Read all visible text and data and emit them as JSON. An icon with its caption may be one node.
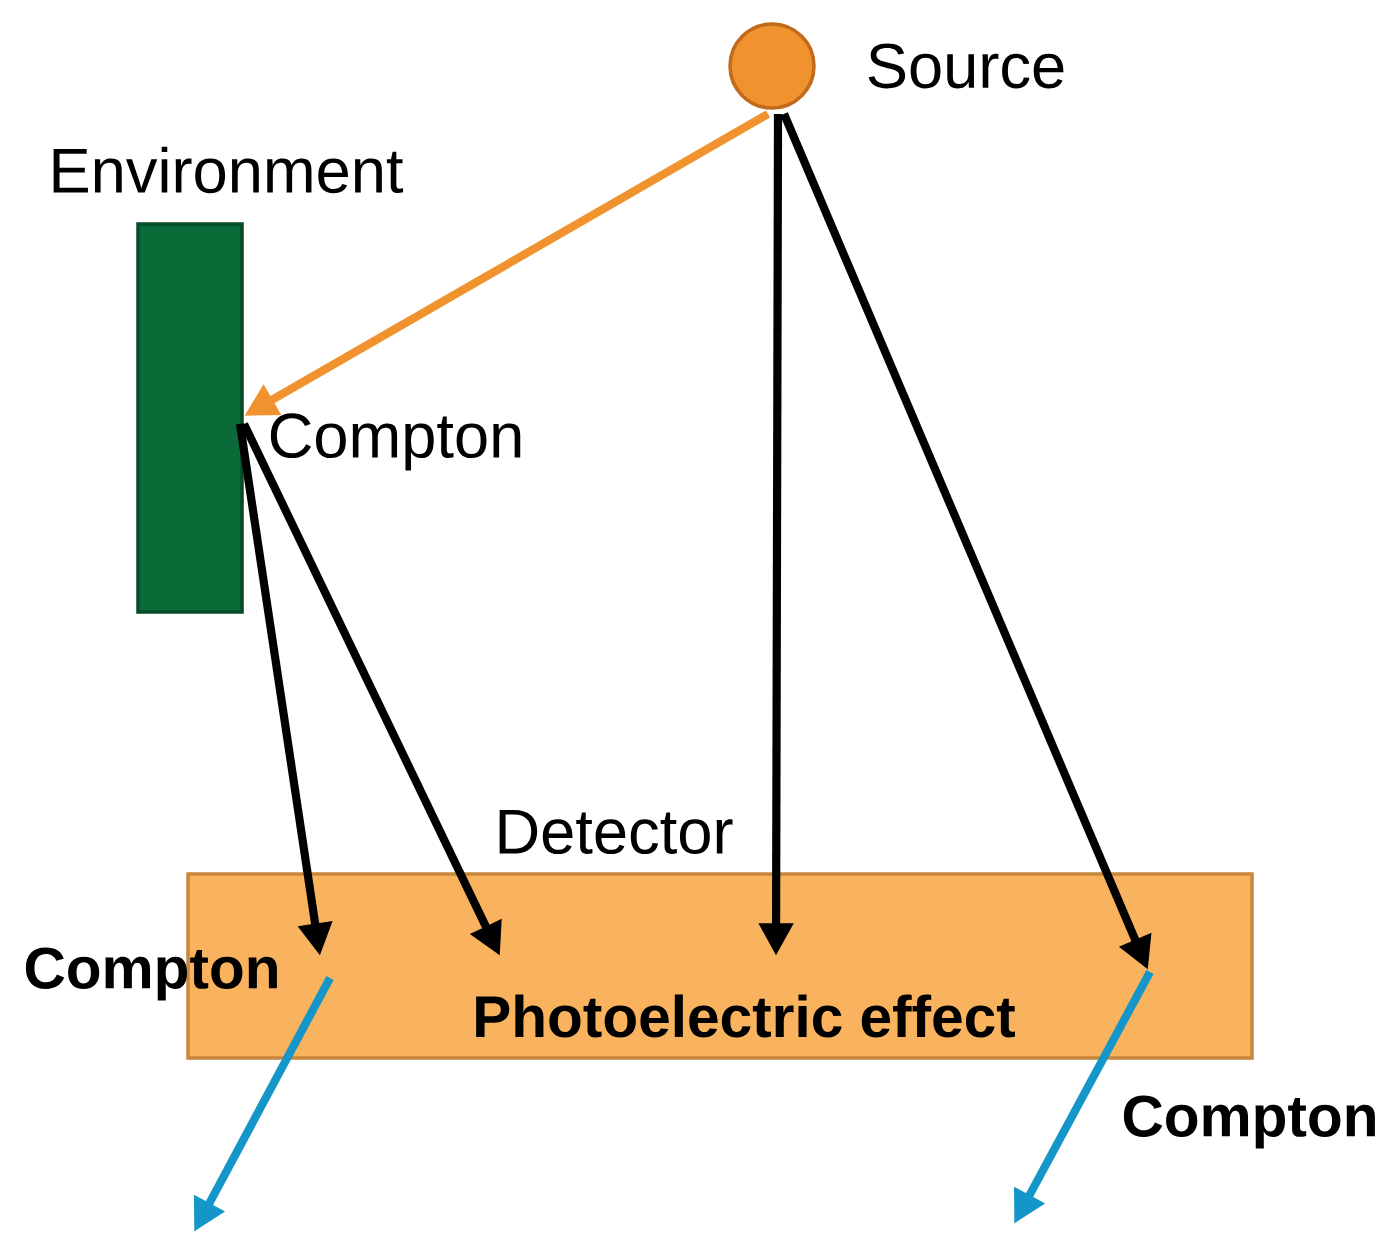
{
  "diagram": {
    "nodes": [
      {
        "text": [],
        "shape": "circle",
        "beside": [
          "Source"
        ]
      },
      {
        "text": [
          "Environment"
        ],
        "beside": [
          "Compton"
        ]
      },
      {
        "text": [
          "Detector",
          "Photoelectric effect"
        ],
        "beside": [
          "Compton",
          "Compton"
        ]
      }
    ],
    "edges": [
      {
        "from": 0,
        "to": 1,
        "arrow": "to",
        "color": "#f0922e"
      },
      {
        "from": 1,
        "to": 2,
        "arrow": "to"
      },
      {
        "from": 1,
        "to": 2,
        "arrow": "to"
      },
      {
        "from": 0,
        "to": 2,
        "arrow": "to"
      },
      {
        "from": 0,
        "to": 2,
        "arrow": "to"
      },
      {
        "from": 2,
        "to": null,
        "arrow": "to",
        "color": "#1596c8"
      },
      {
        "from": 2,
        "to": null,
        "arrow": "to",
        "color": "#1596c8"
      }
    ]
  }
}
